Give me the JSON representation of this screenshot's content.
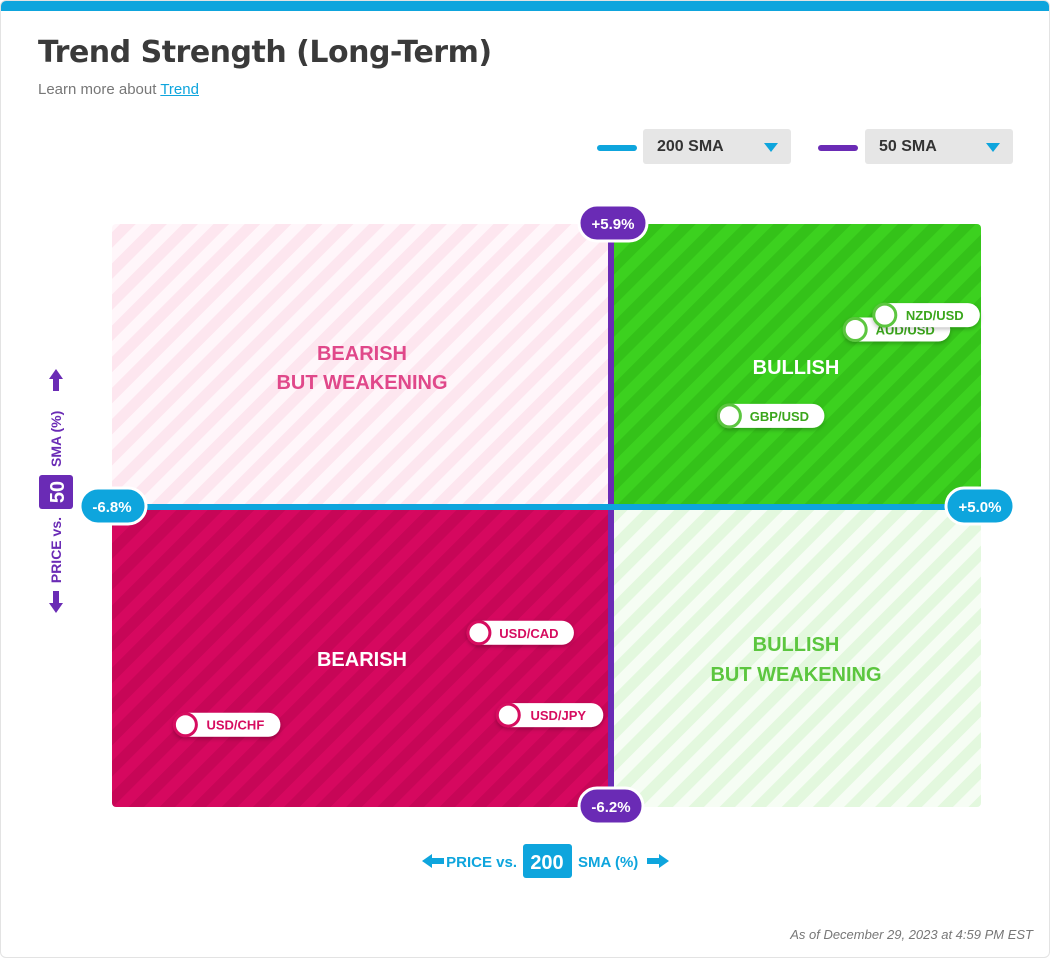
{
  "header": {
    "title": "Trend Strength (Long-Term)",
    "learn_prefix": "Learn more about",
    "learn_link": "Trend"
  },
  "controls": {
    "x_select": {
      "label": "200 SMA",
      "color": "#0ea5dd"
    },
    "y_select": {
      "label": "50 SMA",
      "color": "#6a2bb5"
    }
  },
  "colors": {
    "bullish": "#3cd11f",
    "bullish_weakening_text": "#5cc63f",
    "bearish": "#d6085f",
    "bearish_weakening_text": "#e0488a",
    "x_axis": "#0ea5dd",
    "y_axis": "#6a2bb5"
  },
  "chart_data": {
    "type": "scatter",
    "xlabel": {
      "prefix": "PRICE vs.",
      "period": "200",
      "suffix": "SMA (%)"
    },
    "ylabel": {
      "prefix": "PRICE vs.",
      "period": "50",
      "suffix": "SMA (%)"
    },
    "xlim": [
      -6.8,
      5.0
    ],
    "ylim": [
      -6.2,
      5.9
    ],
    "x_min_label": "-6.8%",
    "x_max_label": "+5.0%",
    "y_min_label": "-6.2%",
    "y_max_label": "+5.9%",
    "quadrants": {
      "top_left": [
        "BEARISH",
        "BUT WEAKENING"
      ],
      "top_right": [
        "BULLISH"
      ],
      "bottom_left": [
        "BEARISH"
      ],
      "bottom_right": [
        "BULLISH",
        "BUT WEAKENING"
      ]
    },
    "points": [
      {
        "label": "AUD/USD",
        "x": 3.3,
        "y": 3.7,
        "trend": "bullish"
      },
      {
        "label": "NZD/USD",
        "x": 3.7,
        "y": 4.0,
        "trend": "bullish"
      },
      {
        "label": "GBP/USD",
        "x": 1.6,
        "y": 1.9,
        "trend": "bullish"
      },
      {
        "label": "USD/CAD",
        "x": -1.8,
        "y": -2.6,
        "trend": "bearish"
      },
      {
        "label": "USD/JPY",
        "x": -1.4,
        "y": -4.3,
        "trend": "bearish"
      },
      {
        "label": "USD/CHF",
        "x": -5.8,
        "y": -4.5,
        "trend": "bearish"
      }
    ]
  },
  "footer": {
    "as_of": "As of December 29, 2023 at 4:59 PM EST"
  }
}
